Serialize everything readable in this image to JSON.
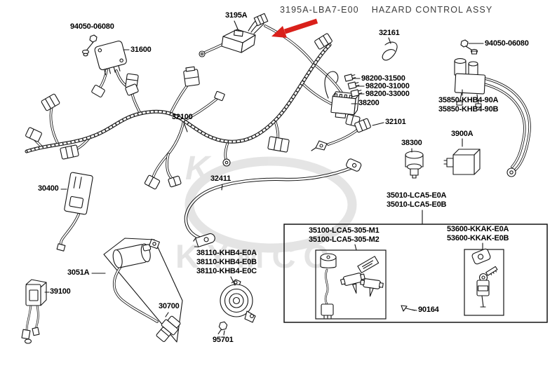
{
  "title": {
    "part_no": "3195A-LBA7-E00",
    "name": "HAZARD CONTROL ASSY"
  },
  "watermark": {
    "brand": "KYMCO",
    "logo_letter": "K"
  },
  "colors": {
    "arrow": "#d9201a",
    "line": "#141414",
    "title_text": "#3c3c3c",
    "watermark": "#cfcfcf",
    "background": "#ffffff"
  },
  "labels": {
    "bolt_top_left": "94050-06080",
    "regulator": "31600",
    "hazard_unit": "3195A",
    "clip_band": "32161",
    "bolt_top_right": "94050-06080",
    "fuse_1": "98200-31500",
    "fuse_2": "98200-31000",
    "fuse_3": "98200-33000",
    "fuse_box": "38200",
    "wire_harness": "32100",
    "sub_wire": "32101",
    "starter_relay_a": "35850-KHB4-90A",
    "starter_relay_b": "35850-KHB4-90B",
    "flasher_relay": "38300",
    "unit_3900a": "3900A",
    "cdi_unit": "30400",
    "ground_cable": "32411",
    "key_set_a": "35010-LCA5-E0A",
    "key_set_b": "35010-LCA5-E0B",
    "ignition_switch_a": "35100-LCA5-305-M1",
    "ignition_switch_b": "35100-LCA5-305-M2",
    "lock_set_a": "53600-KKAK-E0A",
    "lock_set_b": "53600-KKAK-E0B",
    "screw": "90164",
    "horn_a": "38110-KHB4-E0A",
    "horn_b": "38110-KHB4-E0B",
    "horn_c": "38110-KHB4-E0C",
    "horn_bolt": "95701",
    "ignition_coil_assy": "3051A",
    "noise_suppressor": "39100",
    "spark_plug_cap": "30700"
  }
}
